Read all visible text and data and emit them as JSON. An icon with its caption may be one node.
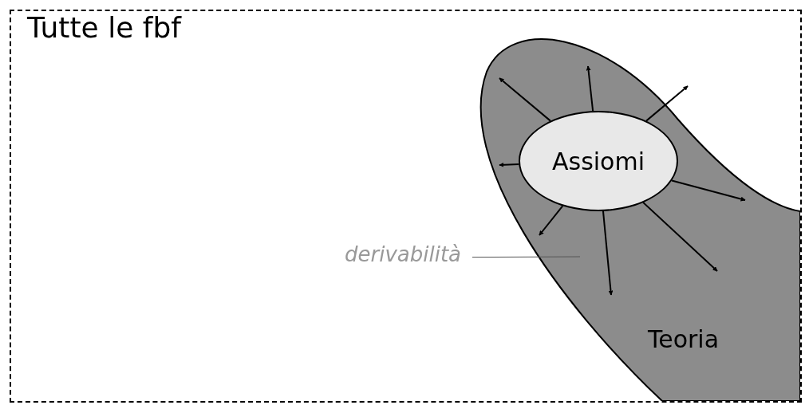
{
  "diagram": {
    "nodes": [
      {
        "text": [
          "Tutte le fbf"
        ]
      },
      {
        "text": [
          "Teoria"
        ],
        "in": 0
      },
      {
        "text": [
          "Assiomi"
        ],
        "in": 1
      },
      {
        "text": [
          "derivabilità"
        ],
        "in": 0
      }
    ],
    "edges": [
      {
        "from": 2,
        "to": null,
        "arrow": "to"
      },
      {
        "from": 2,
        "to": null,
        "arrow": "to"
      },
      {
        "from": 2,
        "to": null,
        "arrow": "to"
      },
      {
        "from": 2,
        "to": null,
        "arrow": "to"
      },
      {
        "from": 2,
        "to": null,
        "arrow": "to"
      },
      {
        "from": 2,
        "to": null,
        "arrow": "to"
      },
      {
        "from": 2,
        "to": null,
        "arrow": "to"
      },
      {
        "from": 2,
        "to": null,
        "arrow": "to"
      },
      {
        "from": 3,
        "to": null,
        "arrow": "none"
      }
    ]
  }
}
